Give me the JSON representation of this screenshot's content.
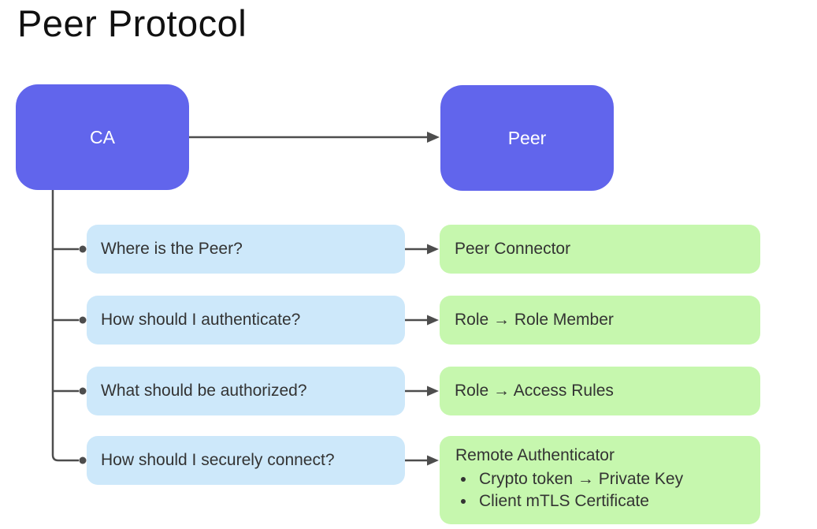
{
  "title": "Peer Protocol",
  "nodes": {
    "ca": "CA",
    "peer": "Peer"
  },
  "rows": [
    {
      "question": "Where is the Peer?",
      "answer": "Peer Connector"
    },
    {
      "question": "How should I authenticate?",
      "answer": "Role  →  Role Member"
    },
    {
      "question": "What should be authorized?",
      "answer": "Role  →  Access Rules"
    },
    {
      "question": "How should I securely connect?",
      "answer_title": "Remote Authenticator",
      "bullets": [
        "Crypto token  →  Private Key",
        "Client mTLS Certificate"
      ]
    }
  ],
  "colors": {
    "purple": "#6165EC",
    "blue": "#CDE8FA",
    "green": "#C6F7AE",
    "line": "#4D4D4D",
    "text_dark": "#333333",
    "text_light": "#FFFFFF",
    "bg": "#FFFFFF"
  }
}
